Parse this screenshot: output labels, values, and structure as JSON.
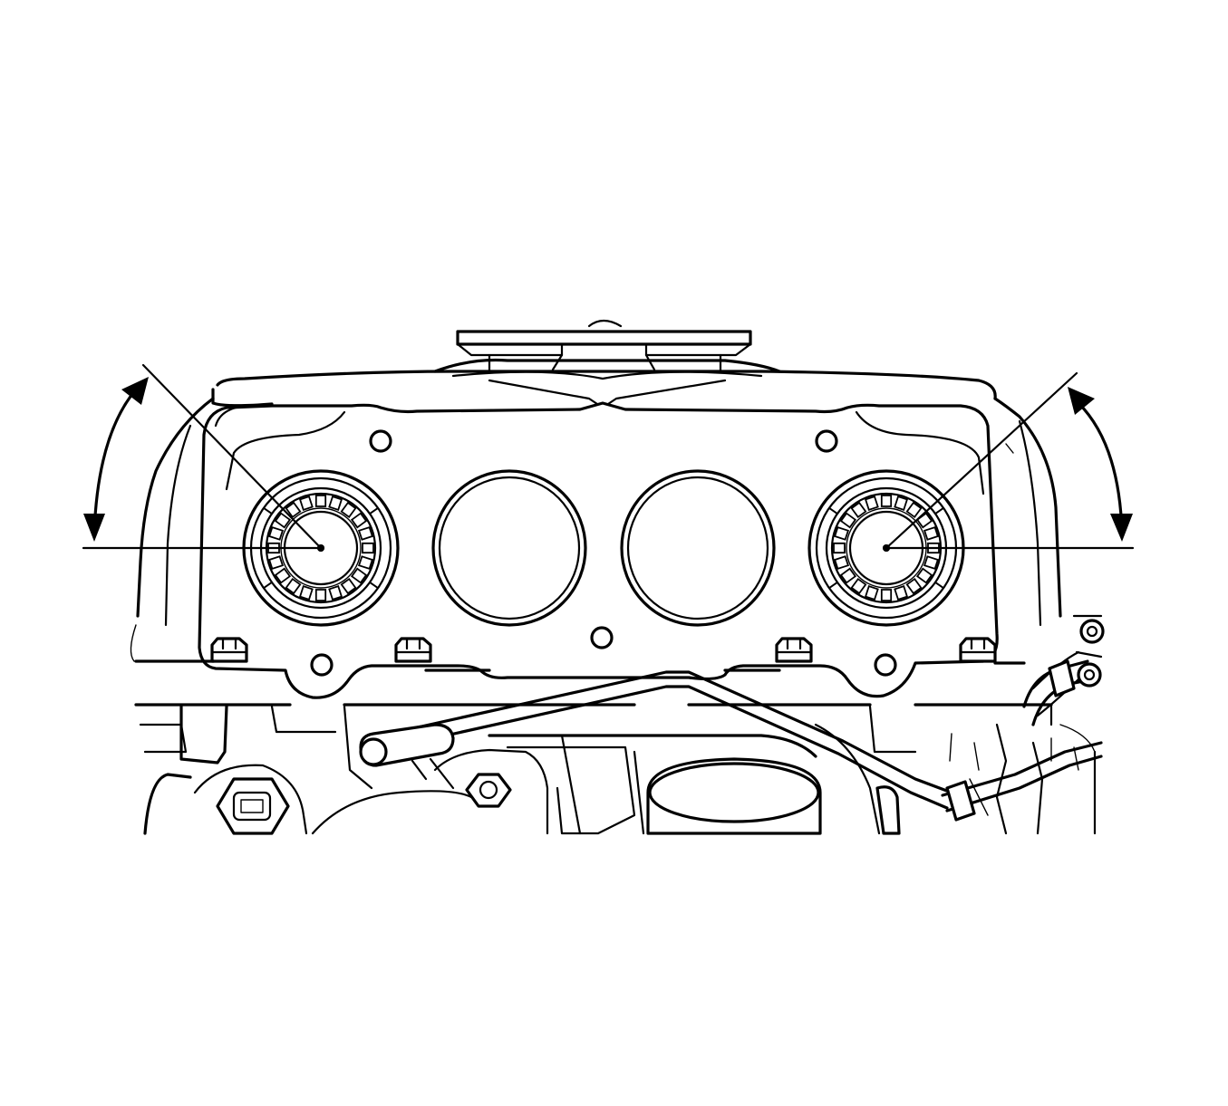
{
  "diagram": {
    "background": "#ffffff",
    "line_color": "#000000",
    "parts": [
      "exhaust-manifold-gasket",
      "cylinder-ports",
      "camshaft-actuator-reluctor-wheels",
      "mounting-bolts",
      "wiring-harness"
    ],
    "indicators": [
      "rotation-arrow-left",
      "rotation-arrow-right"
    ]
  }
}
